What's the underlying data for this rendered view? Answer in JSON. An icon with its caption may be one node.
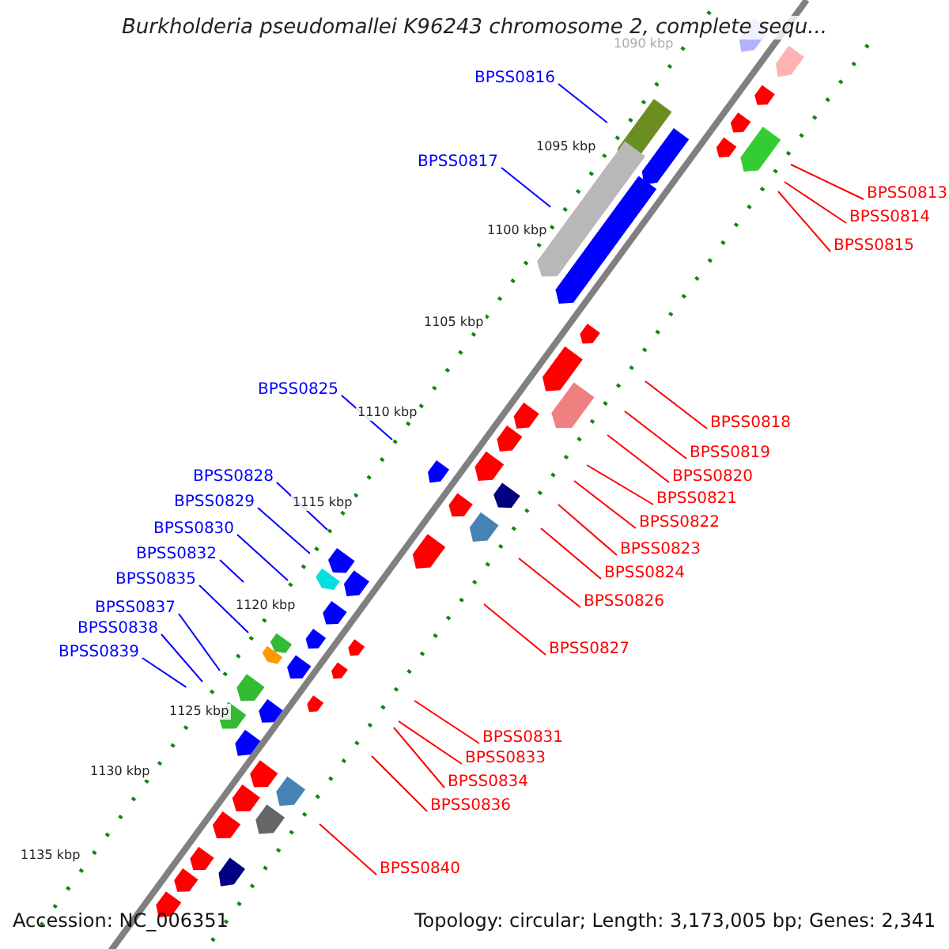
{
  "diagram": {
    "title": "Burkholderia pseudomallei K96243 chromosome 2, complete sequ...",
    "nodes": [
      {
        "text": [
          "BPSS0816"
        ]
      },
      {
        "text": [
          "BPSS0817"
        ]
      },
      {
        "text": [
          "BPSS0813"
        ]
      },
      {
        "text": [
          "BPSS0814"
        ]
      },
      {
        "text": [
          "BPSS0815"
        ]
      },
      {
        "text": [
          "BPSS0825"
        ]
      },
      {
        "text": [
          "BPSS0818"
        ]
      },
      {
        "text": [
          "BPSS0819"
        ]
      },
      {
        "text": [
          "BPSS0828"
        ]
      },
      {
        "text": [
          "BPSS0820"
        ]
      },
      {
        "text": [
          "BPSS0821"
        ]
      },
      {
        "text": [
          "BPSS0829"
        ]
      },
      {
        "text": [
          "BPSS0822"
        ]
      },
      {
        "text": [
          "BPSS0830"
        ]
      },
      {
        "text": [
          "BPSS0823"
        ]
      },
      {
        "text": [
          "BPSS0832"
        ]
      },
      {
        "text": [
          "BPSS0824"
        ]
      },
      {
        "text": [
          "BPSS0835"
        ]
      },
      {
        "text": [
          "BPSS0826"
        ]
      },
      {
        "text": [
          "BPSS0837"
        ]
      },
      {
        "text": [
          "BPSS0838"
        ]
      },
      {
        "text": [
          "BPSS0827"
        ]
      },
      {
        "text": [
          "BPSS0839"
        ]
      },
      {
        "text": [
          "BPSS0831"
        ]
      },
      {
        "text": [
          "BPSS0833"
        ]
      },
      {
        "text": [
          "BPSS0834"
        ]
      },
      {
        "text": [
          "BPSS0836"
        ]
      },
      {
        "text": [
          "BPSS0840"
        ]
      }
    ],
    "edges": [
      {
        "from": 0,
        "to": null,
        "arrow": "none",
        "color": "#0000ff"
      },
      {
        "from": 1,
        "to": null,
        "arrow": "none",
        "color": "#0000ff"
      },
      {
        "from": 2,
        "to": null,
        "arrow": "none"
      },
      {
        "from": 3,
        "to": null,
        "arrow": "none"
      },
      {
        "from": 4,
        "to": null,
        "arrow": "none"
      },
      {
        "from": 5,
        "to": null,
        "arrow": "none",
        "color": "#0000ff"
      },
      {
        "from": 6,
        "to": null,
        "arrow": "none"
      },
      {
        "from": 7,
        "to": null,
        "arrow": "none"
      },
      {
        "from": 8,
        "to": null,
        "arrow": "none",
        "color": "#0000ff"
      },
      {
        "from": 9,
        "to": null,
        "arrow": "none"
      },
      {
        "from": 10,
        "to": null,
        "arrow": "none"
      },
      {
        "from": 11,
        "to": null,
        "arrow": "none",
        "color": "#0000ff"
      },
      {
        "from": 12,
        "to": null,
        "arrow": "none"
      },
      {
        "from": 13,
        "to": null,
        "arrow": "none",
        "color": "#0000ff"
      },
      {
        "from": 14,
        "to": null,
        "arrow": "none"
      },
      {
        "from": 15,
        "to": null,
        "arrow": "none",
        "color": "#0000ff"
      },
      {
        "from": 16,
        "to": null,
        "arrow": "none"
      },
      {
        "from": 17,
        "to": null,
        "arrow": "none",
        "color": "#0000ff"
      },
      {
        "from": 18,
        "to": null,
        "arrow": "none"
      },
      {
        "from": 19,
        "to": null,
        "arrow": "none",
        "color": "#0000ff"
      },
      {
        "from": 20,
        "to": null,
        "arrow": "none",
        "color": "#0000ff"
      },
      {
        "from": 21,
        "to": null,
        "arrow": "none"
      },
      {
        "from": 22,
        "to": null,
        "arrow": "none",
        "color": "#0000ff"
      },
      {
        "from": 23,
        "to": null,
        "arrow": "none"
      },
      {
        "from": 24,
        "to": null,
        "arrow": "none"
      },
      {
        "from": 25,
        "to": null,
        "arrow": "none"
      },
      {
        "from": 26,
        "to": null,
        "arrow": "none"
      },
      {
        "from": 27,
        "to": null,
        "arrow": "none"
      }
    ],
    "labels": [
      "1090 kbp",
      "1095 kbp",
      "1100 kbp",
      "1105 kbp",
      "1110 kbp",
      "1115 kbp",
      "1120 kbp",
      "1125 kbp",
      "1130 kbp",
      "1135 kbp",
      "Accession: NC_006351",
      "Topology: circular; Length: 3,173,005 bp; Genes: 2,341"
    ]
  }
}
